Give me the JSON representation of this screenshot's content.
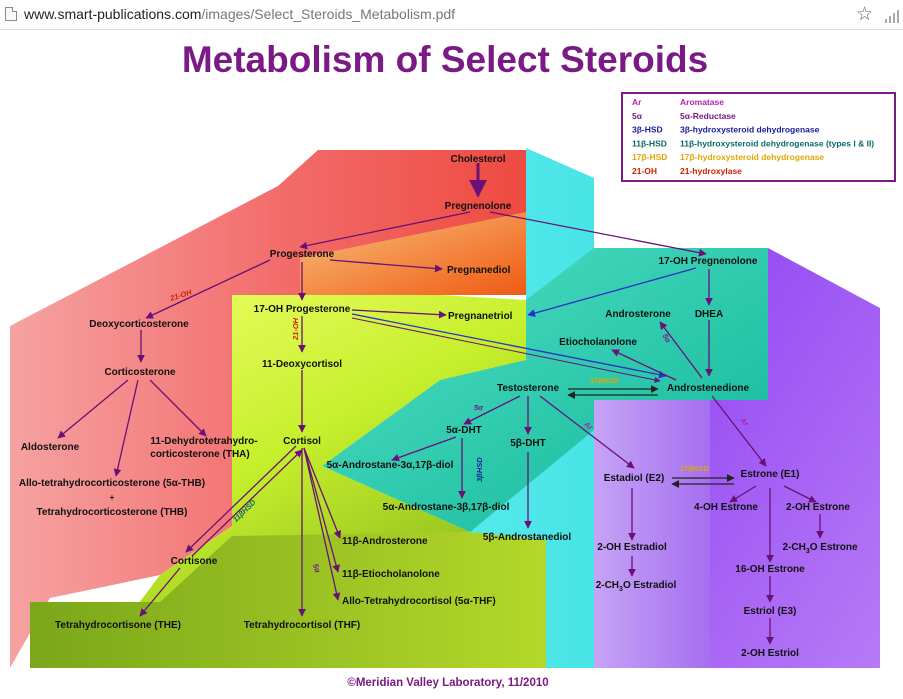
{
  "browser": {
    "url_host": "www.smart-publications.com",
    "url_path": "/images/Select_Steroids_Metabolism.pdf"
  },
  "title": "Metabolism of Select Steroids",
  "legend": [
    {
      "abbr": "Ar",
      "name": "Aromatase",
      "color": "#b020b0"
    },
    {
      "abbr": "5α",
      "name": "5α-Reductase",
      "color": "#7a1a84"
    },
    {
      "abbr": "3β-HSD",
      "name": "3β-hydroxysteroid dehydrogenase",
      "color": "#1a1a9a"
    },
    {
      "abbr": "11β-HSD",
      "name": "11β-hydroxysteroid dehydrogenase (types I & II)",
      "color": "#0a6a6a"
    },
    {
      "abbr": "17β-HSD",
      "name": "17β-hydroxysteroid dehydrogenase",
      "color": "#e0a800"
    },
    {
      "abbr": "21-OH",
      "name": "21-hydroxylase",
      "color": "#d02000"
    }
  ],
  "nodes": {
    "cholesterol": "Cholesterol",
    "pregnenolone": "Pregnenolone",
    "progesterone": "Progesterone",
    "pregnanediol": "Pregnanediol",
    "oh17_pregnenolone": "17-OH Pregnenolone",
    "deoxycorticosterone": "Deoxycorticosterone",
    "oh17_progesterone": "17-OH Progesterone",
    "pregnanetriol": "Pregnanetriol",
    "androsterone": "Androsterone",
    "dhea": "DHEA",
    "etiocholanolone": "Etiocholanolone",
    "deoxycortisol": "11-Deoxycortisol",
    "corticosterone": "Corticosterone",
    "testosterone": "Testosterone",
    "androstenedione": "Androstenedione",
    "aldosterone": "Aldosterone",
    "tha_1": "11-Dehydrotetrahydro-",
    "tha_2": "corticosterone (THA)",
    "cortisol": "Cortisol",
    "dht": "5α-DHT",
    "b_dht": "5β-DHT",
    "estradiol": "Estadiol (E2)",
    "estrone": "Estrone (E1)",
    "andro_3a": "5α-Androstane-3α,17β-diol",
    "thb_1": "Allo-tetrahydrocorticosterone (5α-THB)",
    "thb_plus": "+",
    "thb_2": "Tetrahydrocorticosterone (THB)",
    "andro_3b": "5α-Androstane-3β,17β-diol",
    "oh4_estrone": "4-OH Estrone",
    "oh2_estrone": "2-OH Estrone",
    "b_androsterone": "11β-Androsterone",
    "androstanediol": "5β-Androstanediol",
    "cortisone": "Cortisone",
    "oh2_estradiol": "2-OH Estradiol",
    "ch3o_estrone_a": "2-CH",
    "ch3o_estrone_b": "3",
    "ch3o_estrone_c": "O Estrone",
    "b_etiocholanolone": "11β-Etiocholanolone",
    "oh16_estrone": "16-OH Estrone",
    "ch3o_estradiol_a": "2-CH",
    "ch3o_estradiol_b": "3",
    "ch3o_estradiol_c": "O Estradiol",
    "thf_allo": "Allo-Tetrahydrocortisol (5α-THF)",
    "estriol": "Estriol (E3)",
    "the": "Tetrahydrocortisone (THE)",
    "thf": "Tetrahydrocortisol (THF)",
    "oh2_estriol": "2-OH Estriol"
  },
  "enzyme_labels": {
    "oh21_a": "21-OH",
    "oh21_b": "21-OH",
    "a5_androsterone": "5α",
    "hsd17_top": "17βHSD",
    "a5_dht": "5α",
    "hsd3": "3βHSD",
    "ar_estradiol": "Ar",
    "ar_estrone": "Ar",
    "hsd17_bottom": "17βHSD",
    "hsd11": "11βHSD",
    "a5_thf": "5α"
  },
  "footer": "©Meridian Valley Laboratory, 11/2010"
}
